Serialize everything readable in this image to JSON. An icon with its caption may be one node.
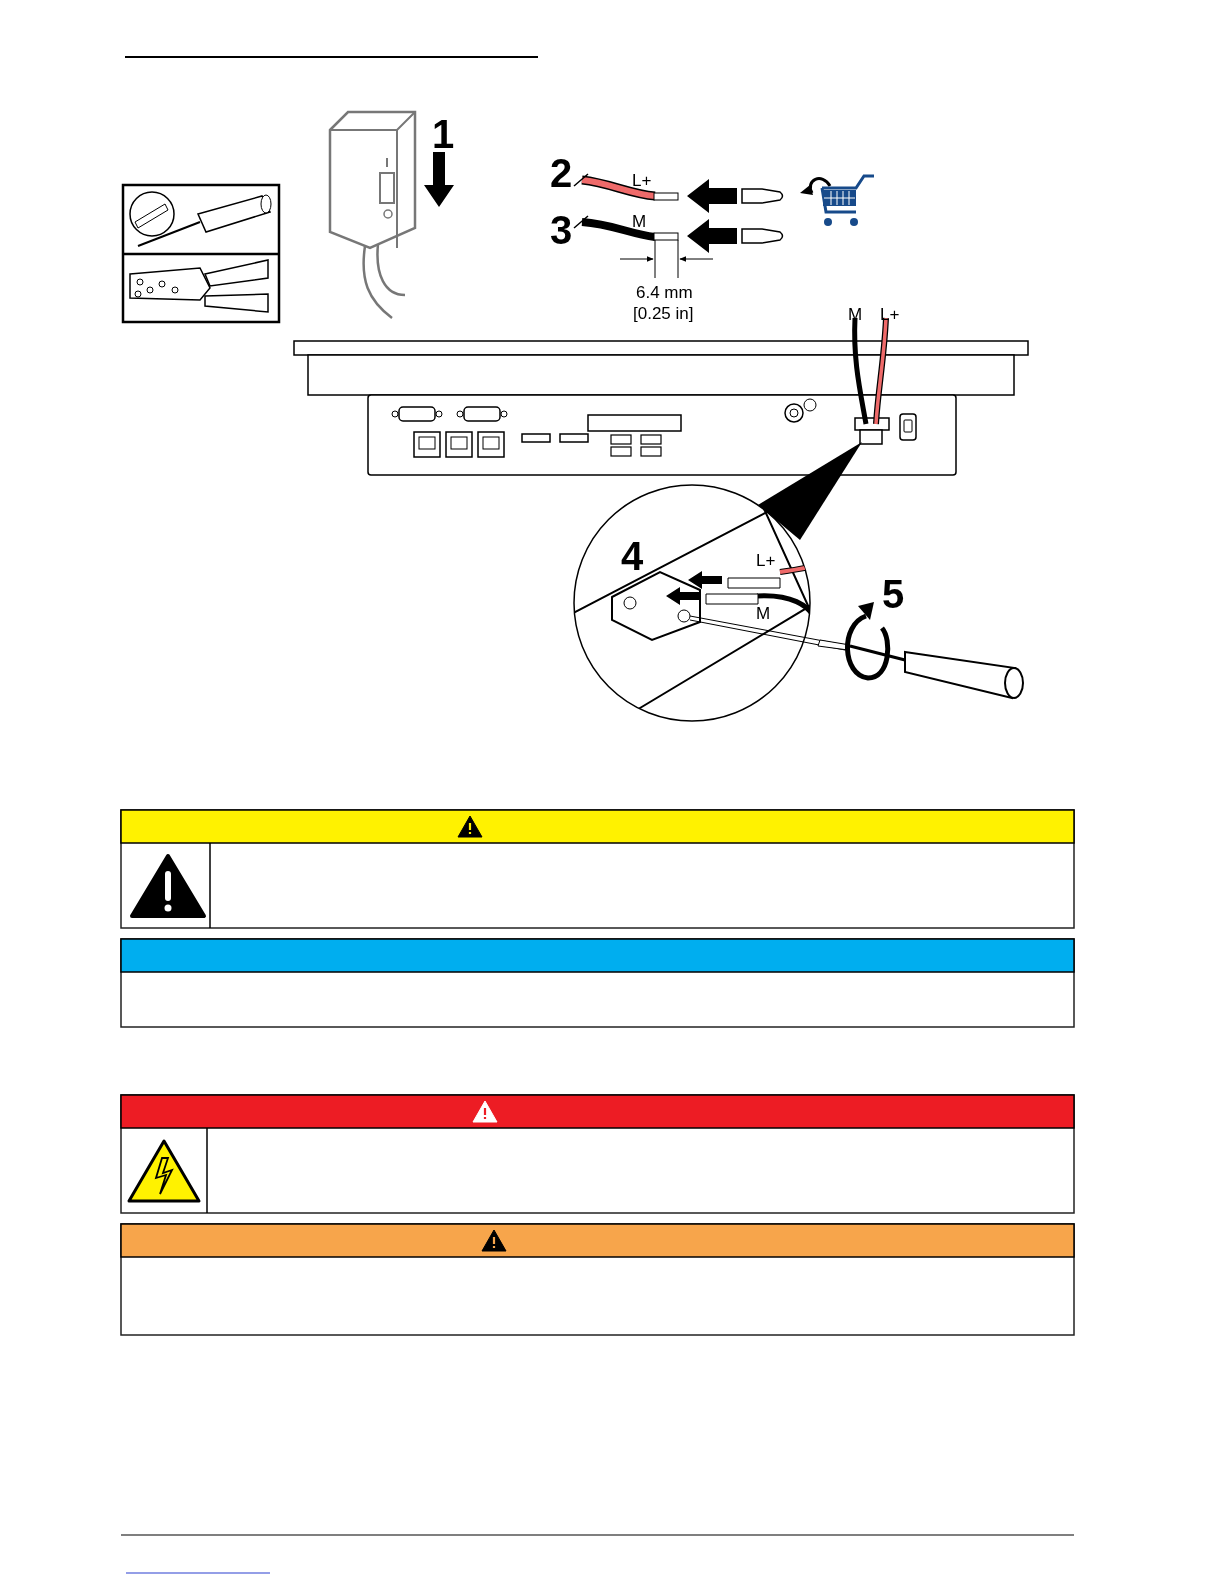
{
  "diagram": {
    "labels": [
      "1",
      "2",
      "L+",
      "3",
      "M",
      "6.4 mm",
      "[0.25 in]",
      "M",
      "L+",
      "4",
      "L+",
      "M",
      "5"
    ]
  }
}
